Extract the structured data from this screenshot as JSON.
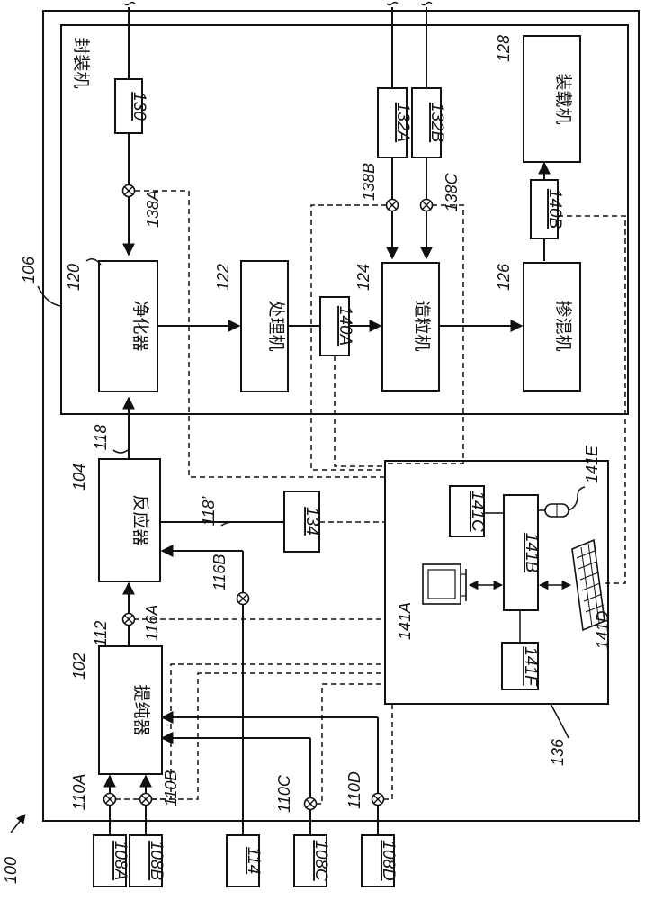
{
  "figure": {
    "system_label": "100",
    "facility_label": "106",
    "facility_name": "封装机",
    "computer_label": "136"
  },
  "blocks": {
    "b102": {
      "ref": "102",
      "name": "提纯器"
    },
    "b104": {
      "ref": "104",
      "name": "反应器"
    },
    "b120": {
      "ref": "120",
      "name": "净化器"
    },
    "b122": {
      "ref": "122",
      "name": "处理机"
    },
    "b124": {
      "ref": "124",
      "name": "造粒机"
    },
    "b126": {
      "ref": "126",
      "name": "掺混机"
    },
    "b128": {
      "ref": "128",
      "name": "装载机"
    }
  },
  "sources": {
    "s108A": "108A",
    "s108B": "108B",
    "s114": "114",
    "s108C": "108C",
    "s108D": "108D",
    "s130": "130",
    "s132A": "132A",
    "s132B": "132B",
    "s134": "134",
    "s140A": "140A",
    "s140B": "140B"
  },
  "valves": {
    "v110A": "110A",
    "v110B": "110B",
    "v110C": "110C",
    "v110D": "110D",
    "v112": "112",
    "v116A": "116A",
    "v116B": "116B",
    "v138A": "138A",
    "v138B": "138B",
    "v138C": "138C"
  },
  "lines": {
    "l118": "118",
    "l118p": "118’"
  },
  "computer": {
    "c141A": "141A",
    "c141B": "141B",
    "c141C": "141C",
    "c141D": "141D",
    "c141E": "141E",
    "c141F": "141F"
  }
}
